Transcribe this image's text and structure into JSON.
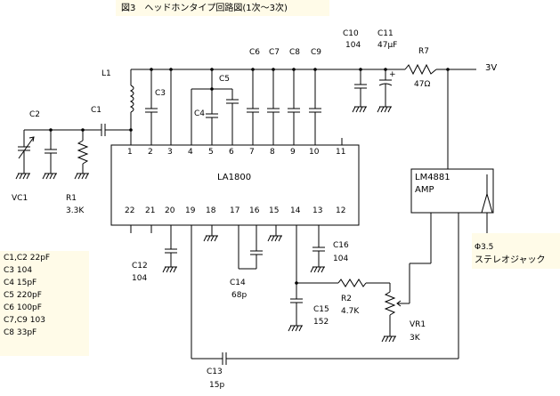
{
  "title": "図3　ヘッドホンタイプ回路図(1次～3次)",
  "supply": "3V",
  "ic_main": {
    "name": "LA1800",
    "top_pins": [
      "1",
      "2",
      "3",
      "4",
      "5",
      "6",
      "7",
      "8",
      "9",
      "10",
      "11"
    ],
    "bottom_pins": [
      "22",
      "21",
      "20",
      "19",
      "18",
      "17",
      "16",
      "15",
      "14",
      "13",
      "12"
    ]
  },
  "ic_amp": {
    "line1": "LM4881",
    "line2": "AMP"
  },
  "jack": {
    "line1": "Φ3.5",
    "line2": "ステレオジャック"
  },
  "labels": {
    "L1": "L1",
    "C1": "C1",
    "C2": "C2",
    "C3": "C3",
    "C4": "C4",
    "C5": "C5",
    "C6": "C6",
    "C7": "C7",
    "C8": "C8",
    "C9": "C9",
    "C10": "C10",
    "C10_val": "104",
    "C11": "C11",
    "C11_val": "47μF",
    "R7": "R7",
    "R7_val": "47Ω",
    "VC1": "VC1",
    "R1": "R1",
    "R1_val": "3.3K",
    "C12": "C12",
    "C12_val": "104",
    "C13": "C13",
    "C13_val": "15p",
    "C14": "C14",
    "C14_val": "68p",
    "C15": "C15",
    "C15_val": "152",
    "C16": "C16",
    "C16_val": "104",
    "R2": "R2",
    "R2_val": "4.7K",
    "VR1": "VR1",
    "VR1_val": "3K"
  },
  "parts_list": [
    "C1,C2  22pF",
    "C3  104",
    "C4  15pF",
    "C5  220pF",
    "C6  100pF",
    "C7,C9  103",
    "C8  33pF"
  ]
}
